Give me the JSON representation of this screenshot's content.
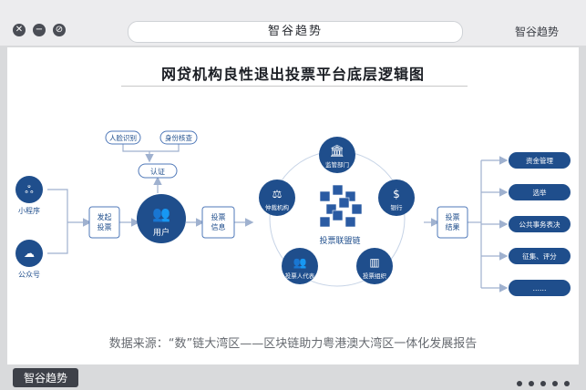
{
  "window": {
    "title": "智谷趋势",
    "brand_top": "智谷趋势",
    "brand_bottom": "智谷趋势"
  },
  "diagram": {
    "title": "网贷机构良性退出投票平台底层逻辑图",
    "source": "数据来源：“数”链大湾区——区块链助力粤港澳大湾区一体化发展报告",
    "entry_points": [
      "小程序",
      "公众号"
    ],
    "step_submit": "发起\n投票",
    "auth_methods": [
      "人脸识别",
      "身份核查"
    ],
    "auth": "认证",
    "user": "用户",
    "vote_info": "投票\n信息",
    "chain_center": "投票联盟链",
    "chain_nodes": [
      "监管部门",
      "银行",
      "投票组织",
      "投票人代表",
      "仲裁机构"
    ],
    "vote_result": "投票\n结果",
    "outcomes": [
      "资金管理",
      "选举",
      "公共事务表决",
      "征集、评分",
      "……"
    ],
    "colors": {
      "primary": "#1f4e8c",
      "border": "#4f78b8",
      "line": "#7f9cc9"
    }
  }
}
